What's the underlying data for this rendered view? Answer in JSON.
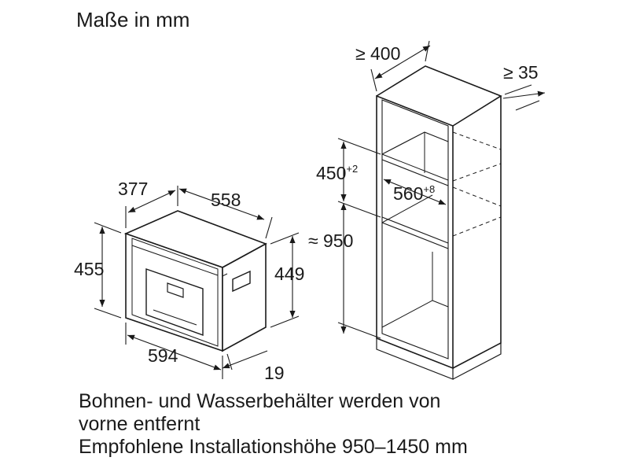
{
  "title": "Maße in mm",
  "notes": [
    "Bohnen- und Wasserbehälter werden von",
    "vorne entfernt",
    "Empfohlene Installationshöhe 950–1450 mm"
  ],
  "appliance": {
    "depth": "377",
    "width_top": "558",
    "height_front": "455",
    "height_side": "449",
    "width_front": "594",
    "panel": "19"
  },
  "cabinet": {
    "width": "≥ 400",
    "gap": "≥ 35",
    "niche_height": "450",
    "niche_height_tol": "+2",
    "niche_width": "560",
    "niche_width_tol": "+8",
    "total_height": "≈ 950"
  }
}
